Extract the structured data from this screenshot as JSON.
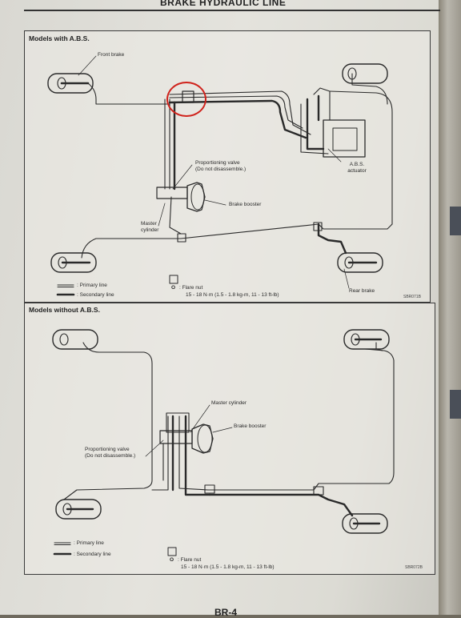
{
  "header": {
    "title": "BRAKE HYDRAULIC LINE"
  },
  "footer": {
    "page": "BR-4"
  },
  "top_panel": {
    "title": "Models with A.B.S.",
    "labels": {
      "front_brake": "Front brake",
      "proportioning_valve": "Proportioning valve",
      "do_not_disassemble": "(Do not disassemble.)",
      "abs_actuator_1": "A.B.S.",
      "abs_actuator_2": "actuator",
      "brake_booster": "Brake booster",
      "master_1": "Master",
      "master_2": "cylinder",
      "rear_brake": "Rear brake"
    },
    "legend": {
      "primary": ": Primary line",
      "secondary": ": Secondary line",
      "flare_nut": ": Flare nut",
      "torque": "15 - 18 N·m (1.5 - 1.8 kg-m, 11 - 13 ft-lb)",
      "tool_symbol": "O"
    },
    "code": "SBR071B"
  },
  "bottom_panel": {
    "title": "Models without A.B.S.",
    "labels": {
      "master_cylinder": "Master cylinder",
      "brake_booster": "Brake booster",
      "proportioning_valve": "Proportioning valve",
      "do_not_disassemble": "(Do not disassemble.)"
    },
    "legend": {
      "primary": ": Primary line",
      "secondary": ": Secondary line",
      "flare_nut": ": Flare nut",
      "torque": "15 - 18 N·m (1.5 - 1.8 kg-m, 11 - 13 ft-lb)",
      "tool_symbol": "O"
    },
    "code": "SBR072B"
  },
  "colors": {
    "highlight_circle": "#d0231c",
    "line": "#2a2a2a"
  }
}
